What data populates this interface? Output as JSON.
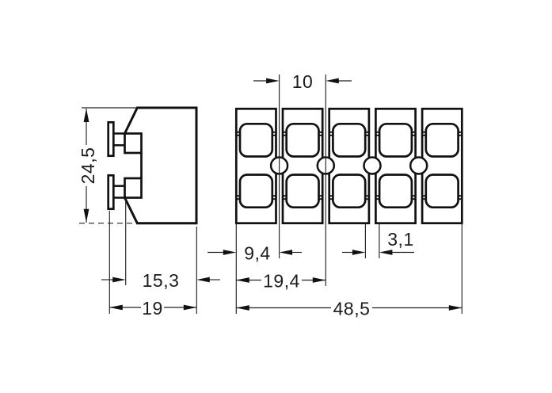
{
  "drawing": {
    "type": "technical-dimension-drawing",
    "background_color": "#ffffff",
    "line_color": "#111111",
    "text_color": "#1c1c1c",
    "side_view": {
      "clamp_screw_count": 2,
      "dimensions": {
        "height": "24,5",
        "body_depth": "15,3",
        "total_depth": "19"
      }
    },
    "top_view": {
      "pole_count": 5,
      "wire_ports_per_pole": 2,
      "mounting_hole_count": 4,
      "dimensions": {
        "pole_pitch": "10",
        "first_hole_offset": "9,4",
        "second_hole_offset": "19,4",
        "web_width": "3,1",
        "total_length": "48,5"
      }
    }
  }
}
